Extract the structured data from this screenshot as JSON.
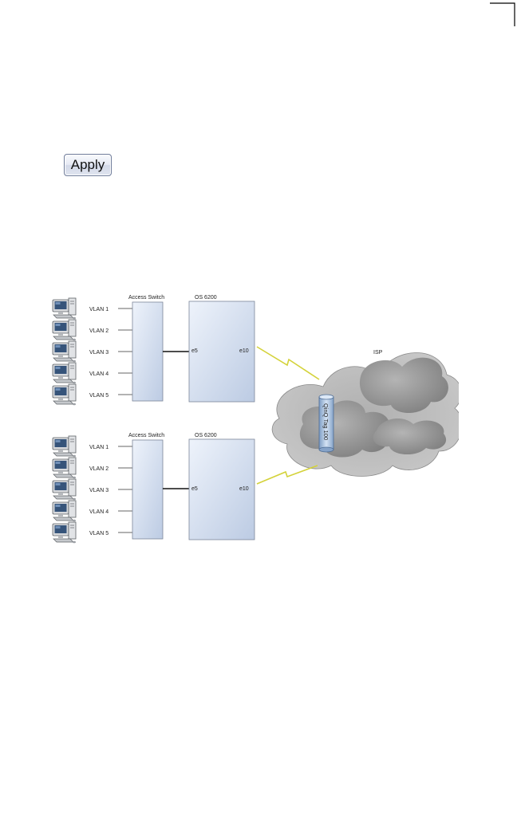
{
  "apply_button": {
    "label": "Apply"
  },
  "diagram": {
    "groups": [
      {
        "access_switch_label": "Access Switch",
        "os_switch_label": "OS 6200",
        "port_in": "e5",
        "port_out": "e10",
        "vlans": [
          "VLAN 1",
          "VLAN 2",
          "VLAN 3",
          "VLAN 4",
          "VLAN 5"
        ]
      },
      {
        "access_switch_label": "Access Switch",
        "os_switch_label": "OS 6200",
        "port_in": "e5",
        "port_out": "e10",
        "vlans": [
          "VLAN 1",
          "VLAN 2",
          "VLAN 3",
          "VLAN 4",
          "VLAN 5"
        ]
      }
    ],
    "isp_label": "ISP",
    "tunnel_label": "QinQ Tag 100",
    "icons": {
      "computer": "desktop-computer-icon",
      "link": "lightning-link-icon",
      "cloud": "cloud-icon"
    },
    "colors": {
      "switch_fill": "#cdd9ec",
      "switch_stroke": "#7c8699",
      "cloud": "#9b9b9b",
      "link": "#d4d23a",
      "tunnel": "#a8c4e4"
    }
  }
}
